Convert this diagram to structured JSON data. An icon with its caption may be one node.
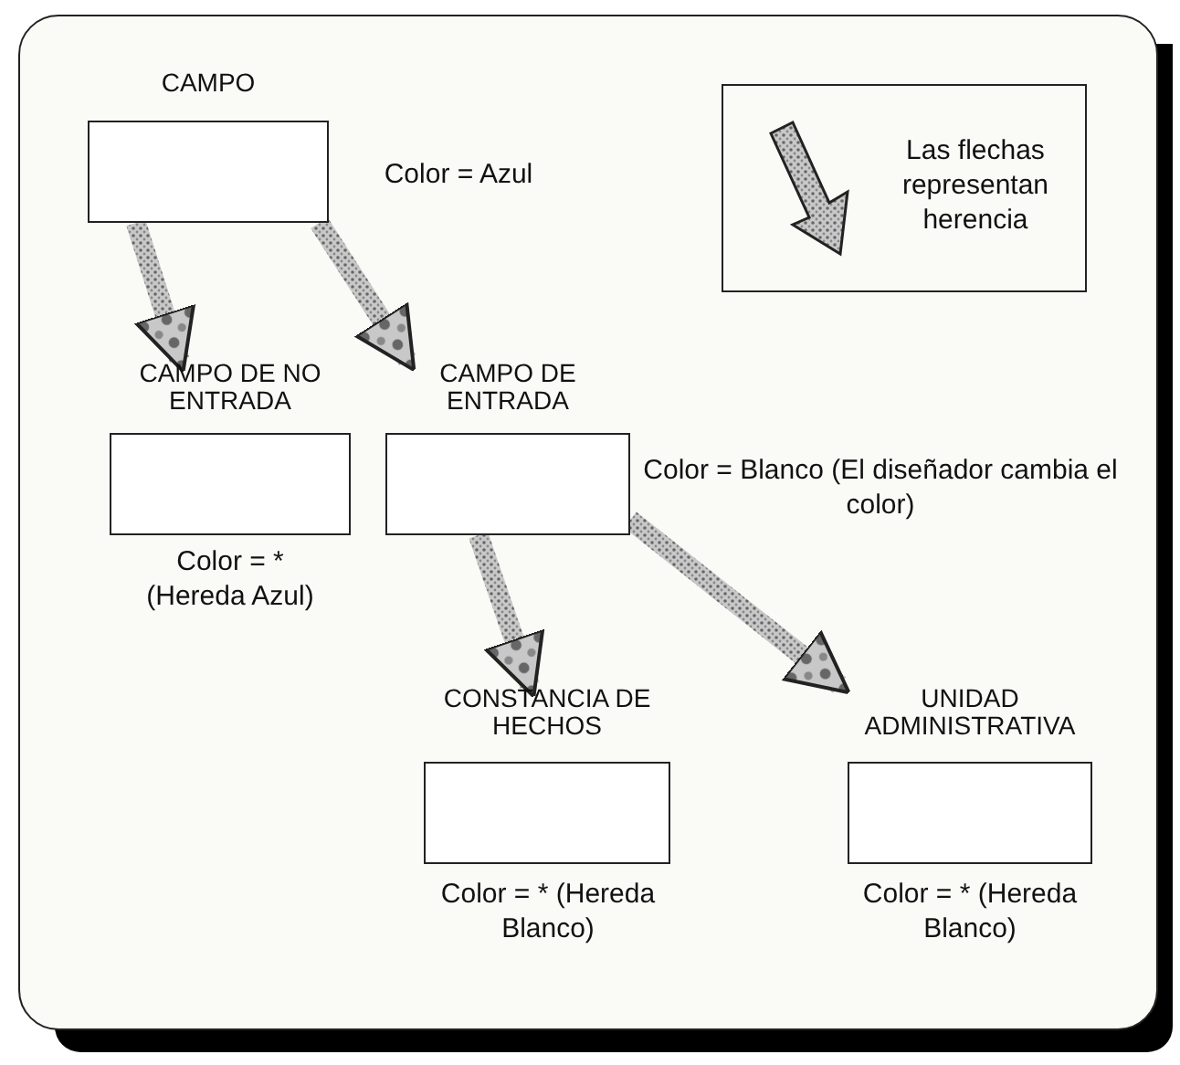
{
  "diagram": {
    "nodes": [
      {
        "text": [
          "CAMPO"
        ],
        "beside": [
          "Color = Azul"
        ]
      },
      {
        "text": [
          "CAMPO DE NO ENTRADA"
        ],
        "beside": [
          "Color = * (Hereda Azul)"
        ]
      },
      {
        "text": [
          "CAMPO DE ENTRADA"
        ],
        "beside": [
          "Color = Blanco (El diseñador cambia el color)"
        ]
      },
      {
        "text": [
          "CONSTANCIA DE HECHOS"
        ],
        "beside": [
          "Color = * (Hereda Blanco)"
        ]
      },
      {
        "text": [
          "UNIDAD ADMINISTRATIVA"
        ],
        "beside": [
          "Color = * (Hereda Blanco)"
        ]
      }
    ],
    "edges": [
      {
        "from": 0,
        "to": 1,
        "arrow": "to",
        "style": "thick"
      },
      {
        "from": 0,
        "to": 2,
        "arrow": "to",
        "style": "thick"
      },
      {
        "from": 2,
        "to": 3,
        "arrow": "to",
        "style": "thick"
      },
      {
        "from": 2,
        "to": 4,
        "arrow": "to",
        "style": "thick"
      }
    ],
    "legend": [
      {
        "text": "Las flechas representan herencia"
      }
    ]
  }
}
